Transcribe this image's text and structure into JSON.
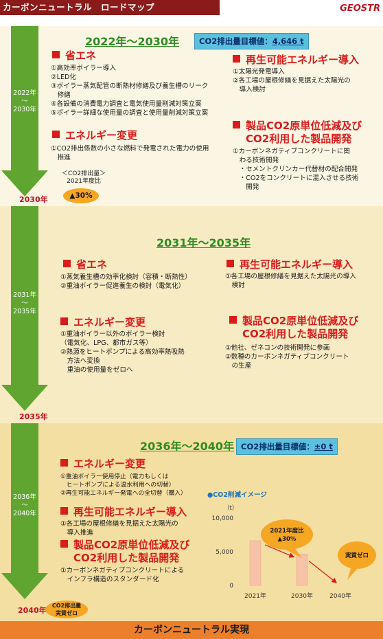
{
  "header": {
    "title": "カーボンニュートラル　ロードマップ",
    "logo": "GEOSTR",
    "colors": {
      "title_bar": "#8b1a1a",
      "logo": "#c0121f"
    }
  },
  "sections": [
    {
      "period": "2022年〜2030年",
      "arrow_label": [
        "2022年",
        "〜",
        "2030年"
      ],
      "end_year": "2030年",
      "target": {
        "label": "CO2排出量目標値：",
        "value": "4,646 t"
      },
      "left": [
        {
          "title": "省エネ",
          "items": [
            "①高効率ボイラー導入",
            "②LED化",
            "③ボイラー蒸気配管の断熱材修繕及び養生槽のリーク",
            "　修繕",
            "④各設備の消費電力調査と電気使用量削減対策立案",
            "⑤ボイラー詳細な使用量の調査と使用量削減対策立案"
          ]
        },
        {
          "title": "エネルギー変更",
          "items": [
            "①CO2排出係数の小さな燃料で発電された電力の使用",
            "　推進"
          ]
        }
      ],
      "right": [
        {
          "title": "再生可能エネルギー導入",
          "items": [
            "①太陽光発電導入",
            "②各工場の屋根修繕を見据えた太陽光の",
            "　導入検討"
          ]
        },
        {
          "title_lines": [
            "製品CO2原単位低減及び",
            "CO2利用した製品開発"
          ],
          "items": [
            "①カーボンネガティブコンクリートに関",
            "　わる技術開発",
            "　・セメントクリンカー代替材の配合開発",
            "　・CO2をコンクリートに混入させる技術",
            "　　開発"
          ]
        }
      ],
      "note": {
        "lines": [
          "＜CO2排出量＞",
          "2021年度比"
        ],
        "bubble": "▲30%"
      }
    },
    {
      "period": "2031年〜2035年",
      "arrow_label": [
        "2031年",
        "〜",
        "2035年"
      ],
      "end_year": "2035年",
      "left": [
        {
          "title": "省エネ",
          "items": [
            "①蒸気養生槽の効率化検討（容積・断熱性）",
            "②重油ボイラー促進養生の検討（電気化）"
          ]
        },
        {
          "title": "エネルギー変更",
          "items": [
            "①重油ボイラー以外のボイラー検討",
            "（電気化、LPG、都市ガス等）",
            "②熱源をヒートポンプによる高効率熱吸熱",
            "　方法へ変換",
            "　重油の使用量をゼロへ"
          ]
        }
      ],
      "right": [
        {
          "title": "再生可能エネルギー導入",
          "items": [
            "①各工場の屋根修繕を見据えた太陽光の導入",
            "　検討"
          ]
        },
        {
          "title_lines": [
            "製品CO2原単位低減及び",
            "CO2利用した製品開発"
          ],
          "items": [
            "①他社、ゼネコンの技術開発に参画",
            "②数種のカーボンネガティブコンクリート",
            "　の生産"
          ]
        }
      ]
    },
    {
      "period": "2036年〜2040年",
      "arrow_label": [
        "2036年",
        "〜",
        "2040年"
      ],
      "end_year": "2040年",
      "target": {
        "label": "CO2排出量目標値：",
        "value": "±0 t"
      },
      "left": [
        {
          "title": "エネルギー変更",
          "items": [
            "①重油ボイラー使用停止（電力もしくは",
            "　ヒートポンプによる温水利用への切替）",
            "②再生可能エネルギー発電への全切替（購入）"
          ]
        },
        {
          "title": "再生可能エネルギー導入",
          "items": [
            "①各工場の屋根修繕を見据えた太陽光の",
            "　導入推進"
          ]
        },
        {
          "title_lines": [
            "製品CO2原単位低減及び",
            "CO2利用した製品開発"
          ],
          "items": [
            "①カーボンネガティブコンクリートによる",
            "　インフラ構造のスタンダード化"
          ]
        }
      ],
      "bubble": [
        "CO2排出量",
        "実質ゼロ"
      ]
    }
  ],
  "chart": {
    "title": "●CO2削減イメージ",
    "unit": "（t）",
    "yticks": [
      "10,000",
      "5,000",
      "0"
    ],
    "callout1": [
      "2021年度比",
      "▲30%"
    ],
    "callout2": "実質ゼロ"
  },
  "chart_data": {
    "type": "bar",
    "title": "●CO2削減イメージ",
    "ylabel": "（t）",
    "categories": [
      "2021年",
      "2030年",
      "2040年"
    ],
    "values": [
      6637,
      4646,
      0
    ],
    "ylim": [
      0,
      10000
    ],
    "color": "#f7c3a8"
  },
  "footer": {
    "text": "カーボンニュートラル実現",
    "color": "#ec7f2b"
  },
  "colors": {
    "arrow": "#5fa52f",
    "period_title": "#2e8b20",
    "category": "#d91c1c",
    "target_box": "#5bc0de",
    "bubble": "#f5a623"
  }
}
